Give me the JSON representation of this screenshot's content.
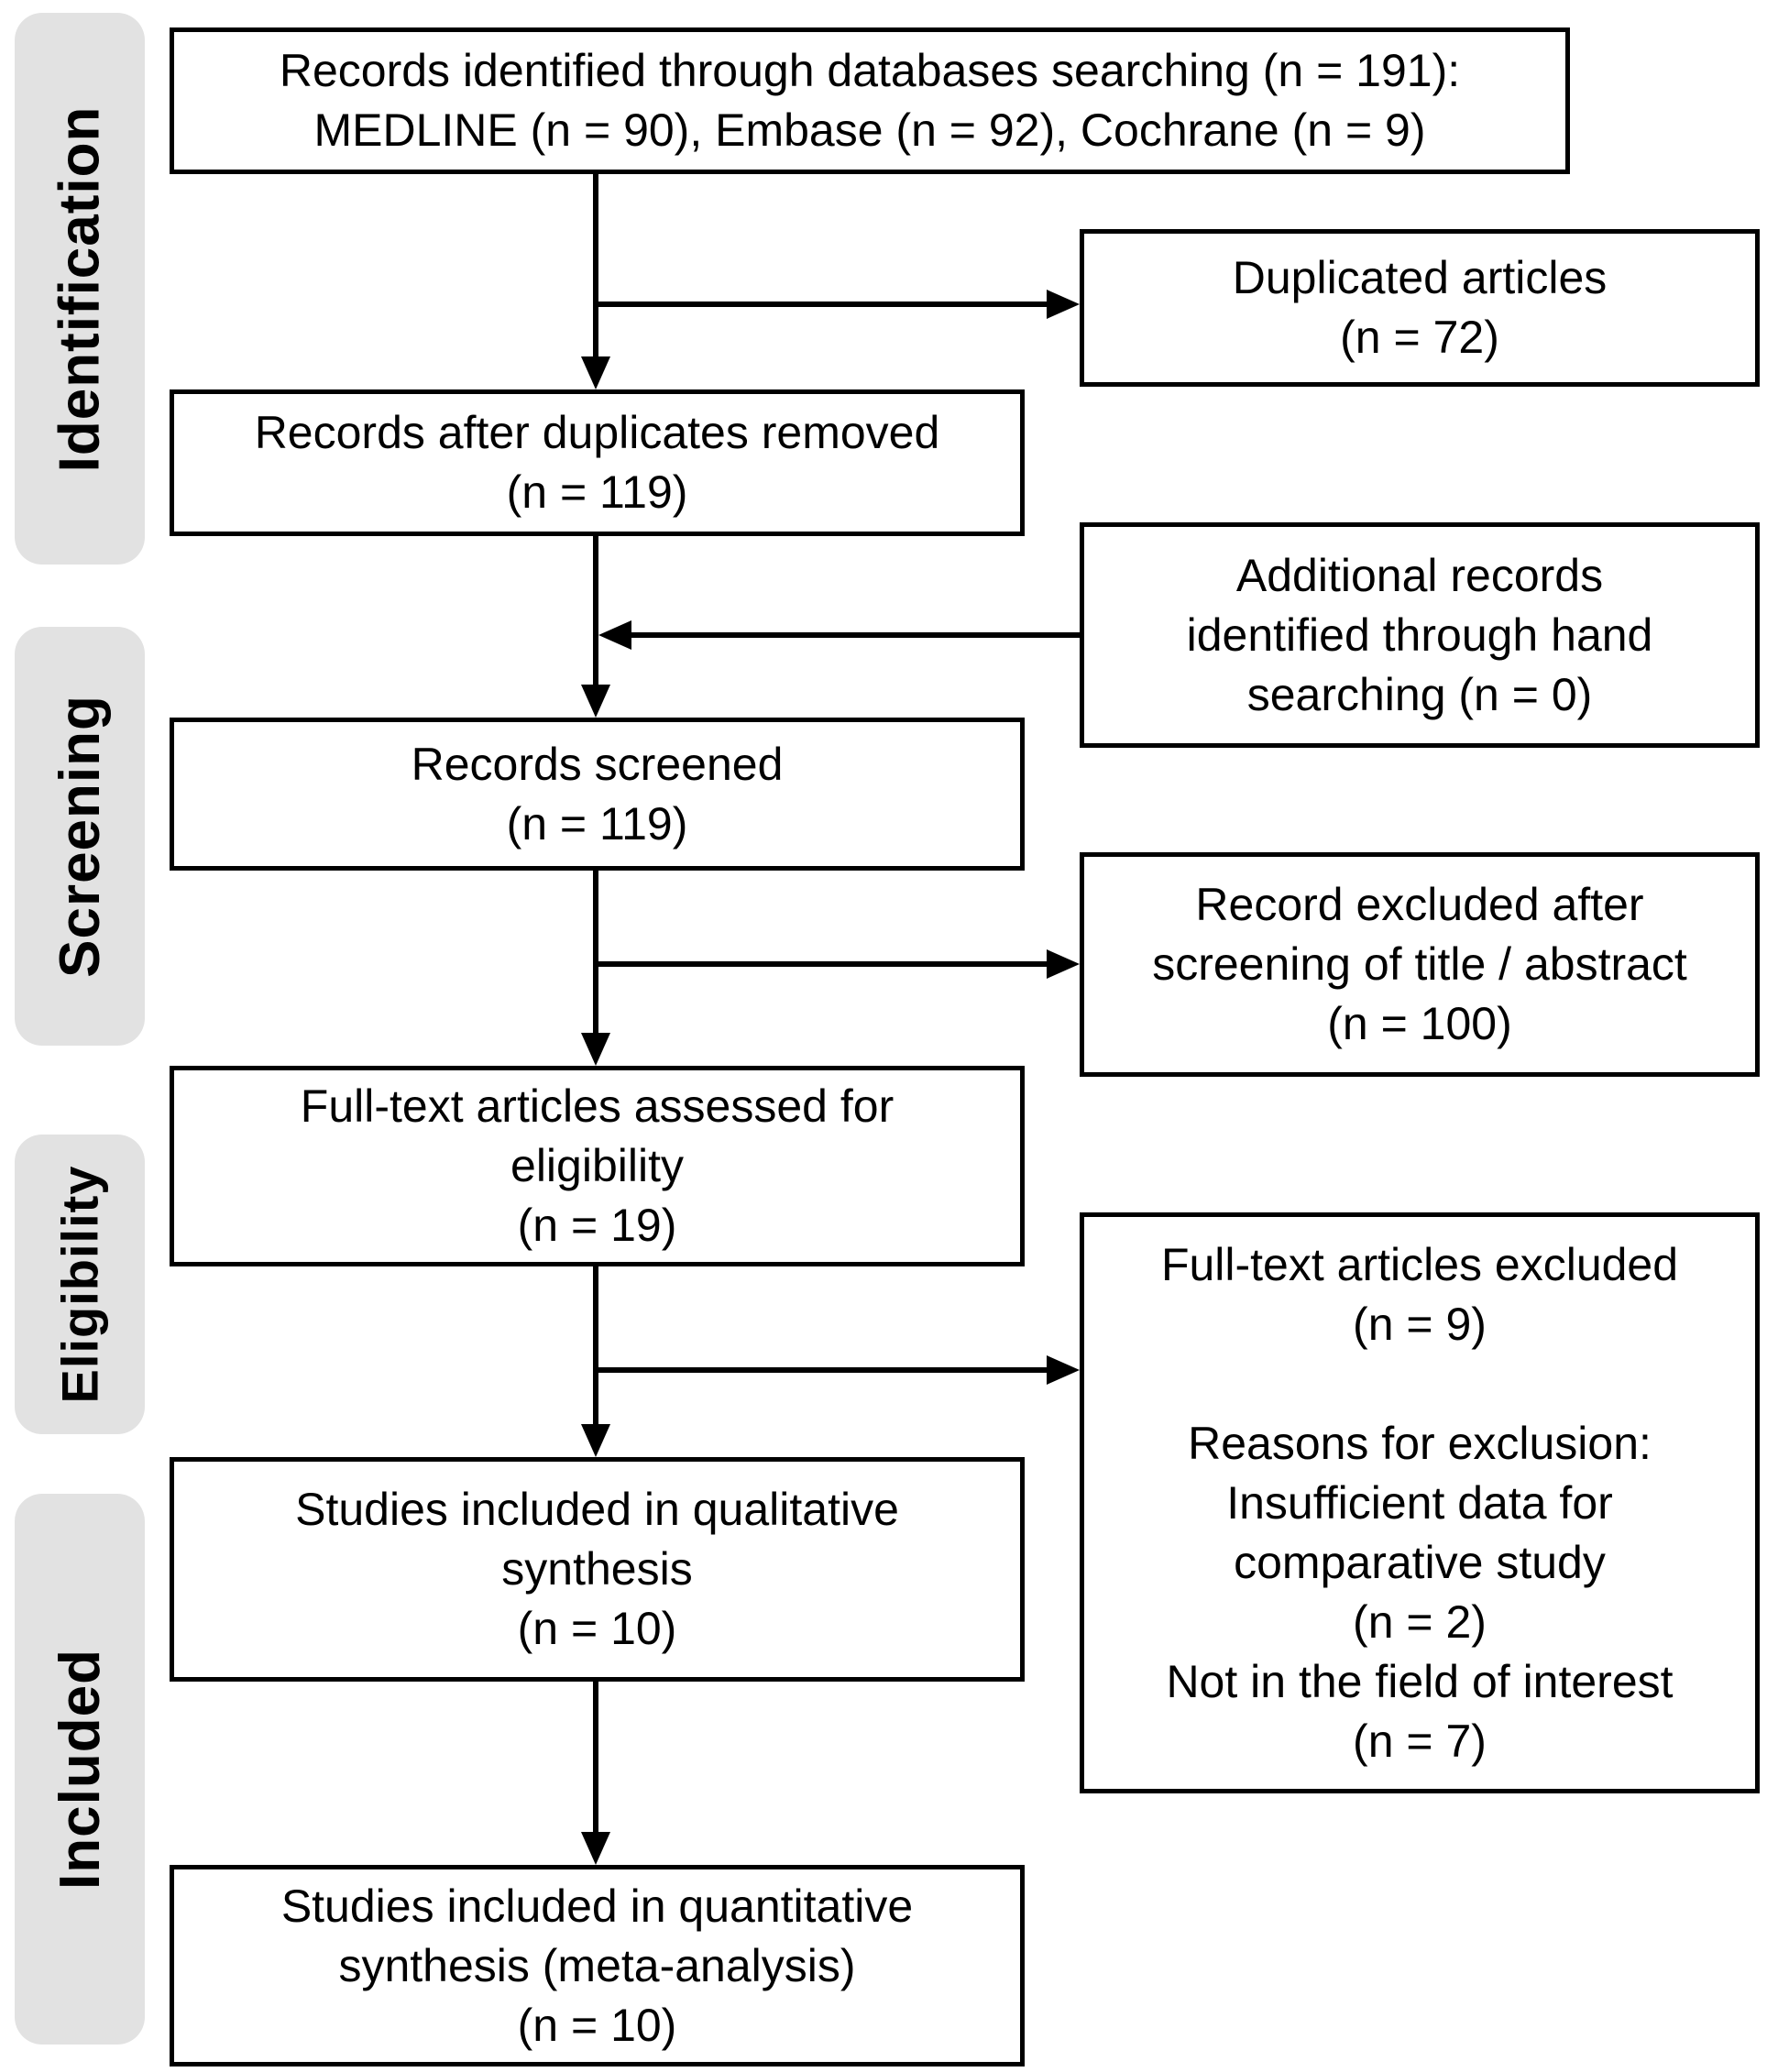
{
  "stages": [
    {
      "label": "Identification"
    },
    {
      "label": "Screening"
    },
    {
      "label": "Eligibility"
    },
    {
      "label": "Included"
    }
  ],
  "flow": {
    "identified": {
      "text": "Records identified through databases searching (n = 191):\nMEDLINE (n = 90), Embase (n = 92), Cochrane (n = 9)"
    },
    "after_duplicates": {
      "text": "Records after duplicates removed\n(n = 119)"
    },
    "screened": {
      "text": "Records screened\n(n = 119)"
    },
    "fulltext_assessed": {
      "text": "Full-text articles assessed for\neligibility\n(n = 19)"
    },
    "qualitative_included": {
      "text": "Studies included in qualitative\nsynthesis\n(n = 10)"
    },
    "quantitative_included": {
      "text": "Studies included in quantitative\nsynthesis (meta-analysis)\n(n = 10)"
    }
  },
  "side": {
    "duplicated": {
      "text": "Duplicated articles\n(n = 72)"
    },
    "hand_search": {
      "text": "Additional records\nidentified through hand\nsearching (n = 0)"
    },
    "title_abstract_excluded": {
      "text": "Record excluded after\nscreening of title / abstract\n(n = 100)"
    },
    "fulltext_excluded": {
      "text": "Full-text articles excluded\n(n = 9)\n\nReasons for exclusion:\nInsufficient data for\ncomparative study\n(n = 2)\nNot in the field of interest\n(n = 7)"
    }
  },
  "colors": {
    "stage_bg": "#e2e2e2",
    "box_border": "#000000",
    "box_bg": "#ffffff",
    "text": "#000000",
    "arrow": "#000000"
  }
}
